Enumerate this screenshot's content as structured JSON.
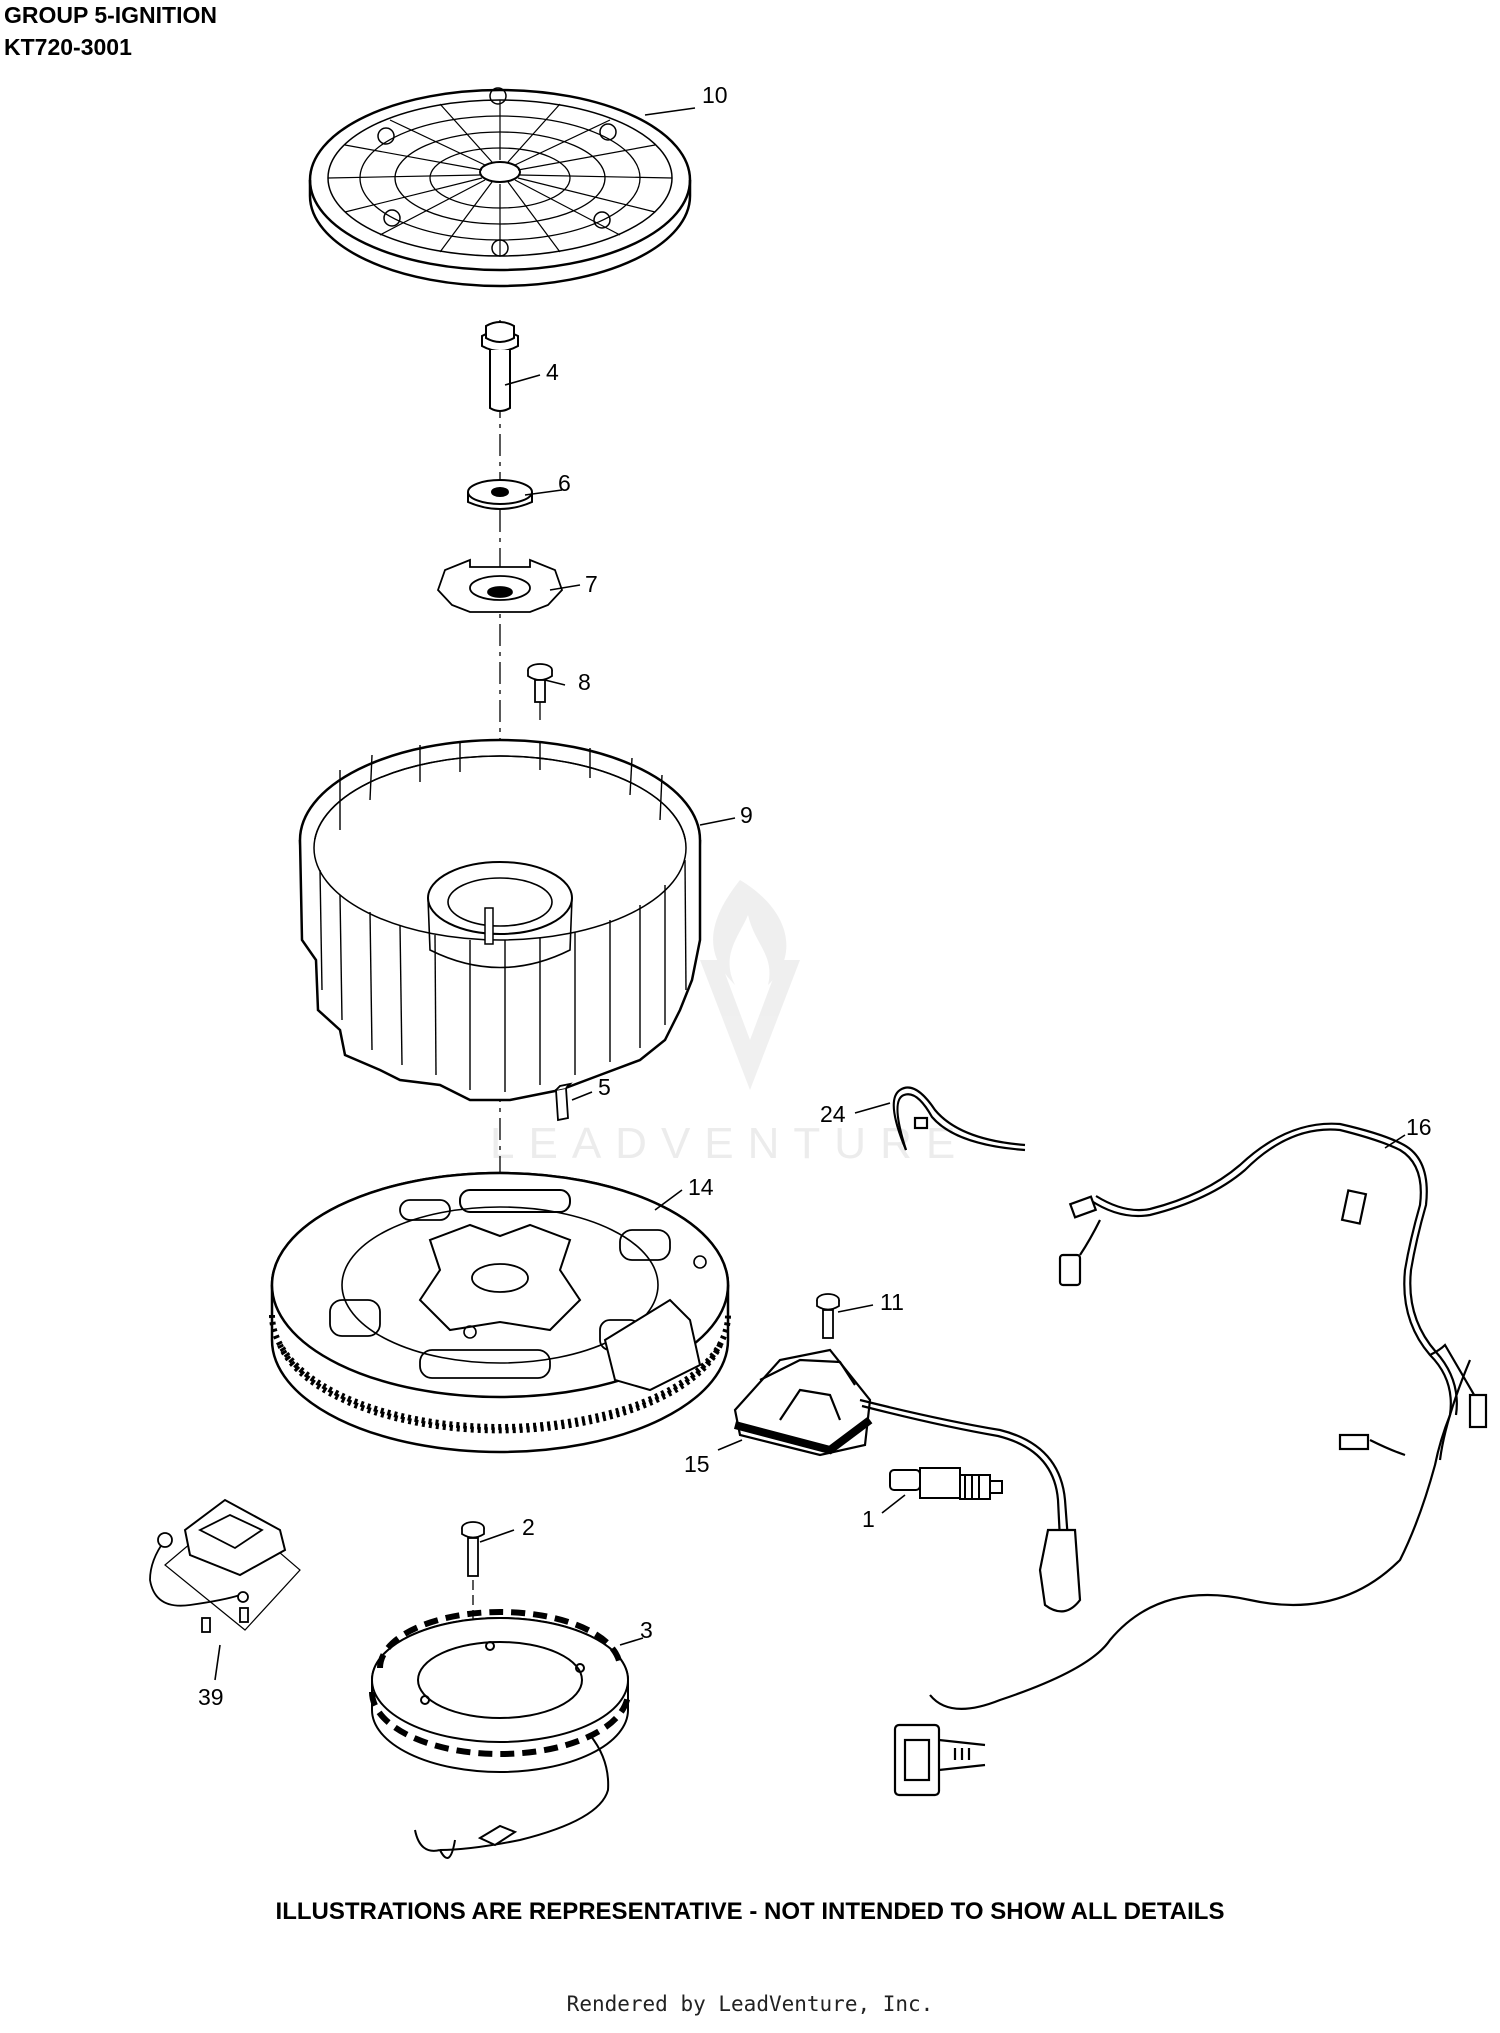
{
  "header": {
    "group": "GROUP 5-IGNITION",
    "model": "KT720-3001"
  },
  "callouts": [
    "10",
    "4",
    "6",
    "7",
    "8",
    "9",
    "5",
    "24",
    "16",
    "14",
    "11",
    "15",
    "1",
    "2",
    "3",
    "39"
  ],
  "watermark": "LEADVENTURE",
  "disclaimer": "ILLUSTRATIONS ARE REPRESENTATIVE - NOT INTENDED TO SHOW ALL DETAILS",
  "footer": "Rendered by LeadVenture, Inc."
}
